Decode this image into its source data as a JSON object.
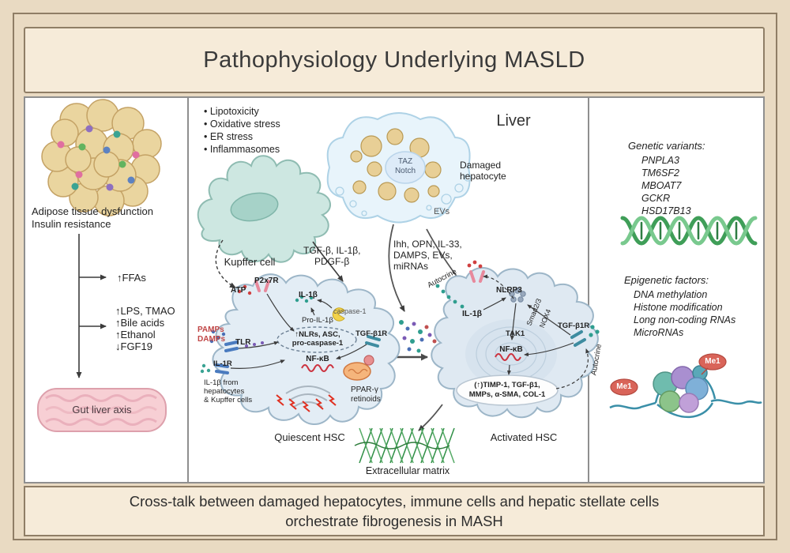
{
  "title": "Pathophysiology Underlying MASLD",
  "footer": {
    "line1": "Cross-talk between damaged hepatocytes, immune cells and hepatic stellate cells",
    "line2": "orchestrate fibrogenesis in MASH"
  },
  "colors": {
    "header_bg": "#f6ebd9",
    "frame_border": "#8f7e66",
    "pamps_red": "#c04545",
    "me1_red": "#d96459",
    "helix_green": "#3f9e58",
    "cell_blue": "#e3edf5",
    "kupffer_teal": "#cde7e1"
  },
  "left_panel": {
    "adipose_line1": "Adipose tissue dysfunction",
    "adipose_line2": "Insulin resistance",
    "ffas": "↑FFAs",
    "gut_factors": [
      "↑LPS, TMAO",
      "↑Bile acids",
      "↑Ethanol",
      "↓FGF19"
    ],
    "gut_label": "Gut liver axis"
  },
  "middle_panel": {
    "stress_list": [
      "Lipotoxicity",
      "Oxidative stress",
      "ER stress",
      "Inflammasomes"
    ],
    "liver_label": "Liver",
    "hepatocyte": {
      "taz": "TAZ",
      "notch": "Notch",
      "label1": "Damaged",
      "label2": "hepatocyte",
      "evs": "EVs"
    },
    "kupffer_label": "Kupffer cell",
    "kupffer_secretes1": "TGF-β, IL-1β,",
    "kupffer_secretes2": "PDGF-β",
    "hepatocyte_secretes1": "Ihh, OPN, IL-33,",
    "hepatocyte_secretes2": "DAMPS, EVs,",
    "hepatocyte_secretes3": "miRNAs",
    "quiescent": {
      "atp": "ATP",
      "p2x7r": "P2x7R",
      "il1b": "IL-1β",
      "caspase1": "caspase-1",
      "pro_il1b": "Pro-IL-1β",
      "pamps": "PAMPs",
      "damps": "DAMPs",
      "tlr": "TLR",
      "inflammasome1": "↑NLRs, ASC,",
      "inflammasome2": "pro-caspase-1",
      "nfkb": "NF-κB",
      "il1r": "IL-1R",
      "il1_src1": "IL-1β from",
      "il1_src2": "hepatocytes",
      "il1_src3": "& Kupffer cells",
      "tgfb1r": "TGF-β1R",
      "pparg": "PPAR-γ",
      "retinoids": "retinoids",
      "label": "Quiescent HSC"
    },
    "activated": {
      "autocrine_top": "Autocrine",
      "nlrp3": "NLRP3",
      "il1b": "IL-1β",
      "smad": "Smad2/3",
      "nox4": "NOX4",
      "tgfb1r": "TGF-β1R",
      "tak1": "TAK1",
      "nfkb": "NF-κB",
      "autocrine_right": "Autocrine",
      "products1": "(↑)TIMP-1, TGF-β1,",
      "products2": "MMPs, α-SMA, COL-1",
      "label": "Activated HSC"
    },
    "ecm_label": "Extracellular matrix"
  },
  "right_panel": {
    "genetic_title": "Genetic variants:",
    "genes": [
      "PNPLA3",
      "TM6SF2",
      "MBOAT7",
      "GCKR",
      "HSD17B13"
    ],
    "epigenetic_title": "Epigenetic factors:",
    "epigenetic_factors": [
      "DNA methylation",
      "Histone modification",
      "Long non-coding RNAs",
      "MicroRNAs"
    ],
    "me1": "Me1"
  }
}
